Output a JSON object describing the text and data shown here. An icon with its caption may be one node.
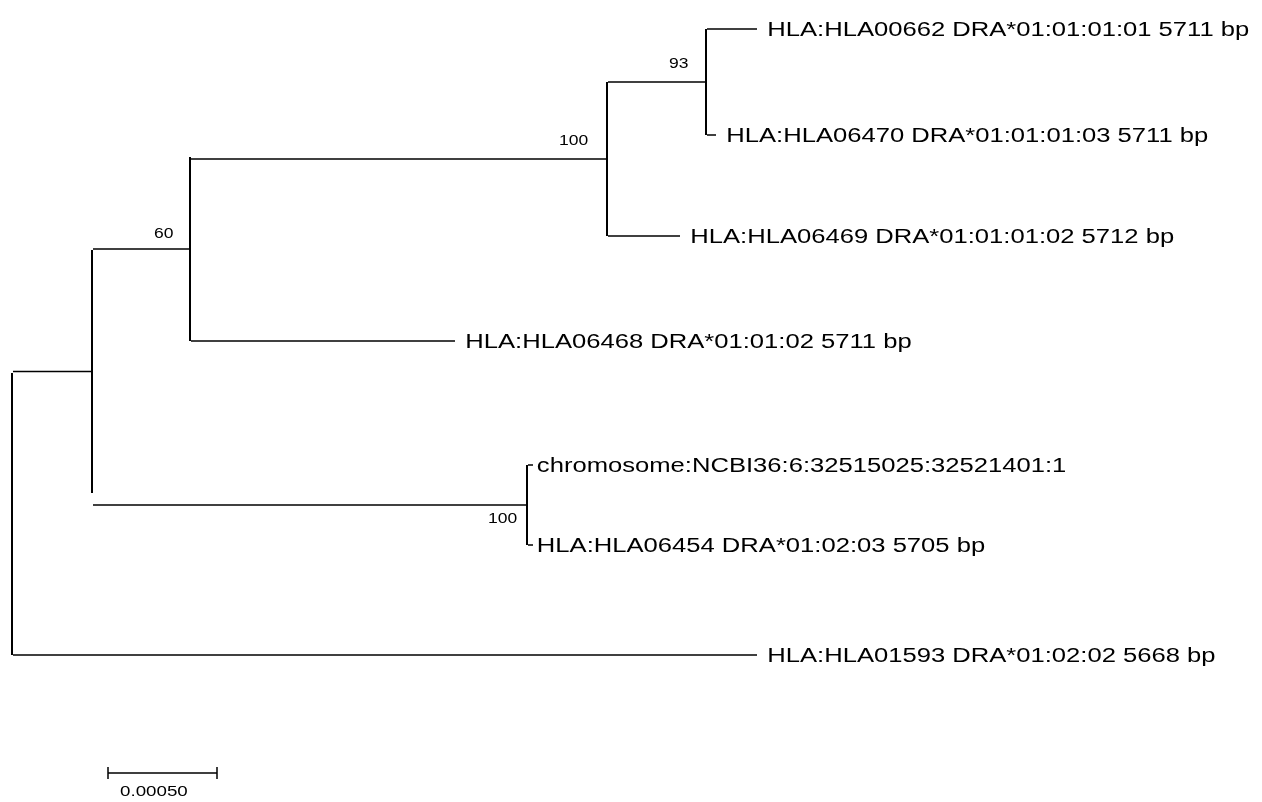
{
  "diagram": {
    "nodes": [
      {
        "text": [],
        "shape": "junction"
      },
      {
        "text": [],
        "shape": "junction"
      },
      {
        "text": [],
        "shape": "junction",
        "beside": [
          "60"
        ]
      },
      {
        "text": [],
        "shape": "junction",
        "beside": [
          "100"
        ]
      },
      {
        "text": [],
        "shape": "junction",
        "beside": [
          "93"
        ]
      },
      {
        "text": [
          "HLA:HLA00662 DRA*01:01:01:01 5711 bp"
        ]
      },
      {
        "text": [
          "HLA:HLA06470 DRA*01:01:01:03 5711 bp"
        ]
      },
      {
        "text": [
          "HLA:HLA06469 DRA*01:01:01:02 5712 bp"
        ]
      },
      {
        "text": [
          "HLA:HLA06468 DRA*01:01:02 5711 bp"
        ]
      },
      {
        "text": [],
        "shape": "junction",
        "beside": [
          "100"
        ]
      },
      {
        "text": [
          "chromosome:NCBI36:6:32515025:32521401:1"
        ]
      },
      {
        "text": [
          "HLA:HLA06454 DRA*01:02:03 5705 bp"
        ]
      },
      {
        "text": [
          "HLA:HLA01593 DRA*01:02:02 5668 bp"
        ]
      }
    ],
    "edges": [
      {
        "from": 0,
        "to": 1,
        "arrow": "none"
      },
      {
        "from": 0,
        "to": 12,
        "arrow": "none"
      },
      {
        "from": 1,
        "to": 2,
        "arrow": "none"
      },
      {
        "from": 1,
        "to": 9,
        "arrow": "none"
      },
      {
        "from": 2,
        "to": 3,
        "arrow": "none"
      },
      {
        "from": 2,
        "to": 8,
        "arrow": "none"
      },
      {
        "from": 3,
        "to": 4,
        "arrow": "none"
      },
      {
        "from": 3,
        "to": 7,
        "arrow": "none"
      },
      {
        "from": 4,
        "to": 5,
        "arrow": "none"
      },
      {
        "from": 4,
        "to": 6,
        "arrow": "none"
      },
      {
        "from": 9,
        "to": 10,
        "arrow": "none"
      },
      {
        "from": 9,
        "to": 11,
        "arrow": "none"
      }
    ],
    "labels": [
      "0.00050"
    ]
  }
}
